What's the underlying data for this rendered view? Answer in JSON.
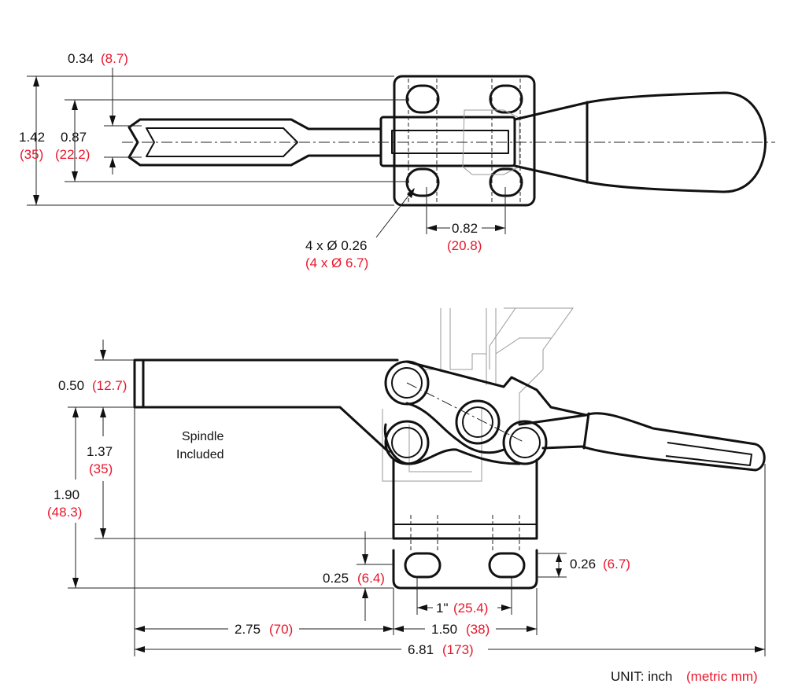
{
  "top_view": {
    "dim_slot_offset": {
      "inch": "0.34",
      "metric": "(8.7)"
    },
    "dim_base_height": {
      "inch": "1.42",
      "metric": "(35)"
    },
    "dim_spindle_width": {
      "inch": "0.87",
      "metric": "(22.2)"
    },
    "dim_hole_spacing": {
      "inch": "0.82",
      "metric": "(20.8)"
    },
    "dim_holes": {
      "inch": "4 x Ø 0.26",
      "metric": "(4 x Ø 6.7)"
    }
  },
  "side_view": {
    "dim_bar_thickness": {
      "inch": "0.50",
      "metric": "(12.7)"
    },
    "dim_spindle_height": {
      "inch": "1.37",
      "metric": "(35)"
    },
    "dim_total_height": {
      "inch": "1.90",
      "metric": "(48.3)"
    },
    "dim_base_thickness": {
      "inch": "0.25",
      "metric": "(6.4)"
    },
    "dim_slot_width": {
      "inch": "0.26",
      "metric": "(6.7)"
    },
    "dim_hole_pitch": {
      "inch": "1\"",
      "metric": "(25.4)"
    },
    "dim_reach": {
      "inch": "2.75",
      "metric": "(70)"
    },
    "dim_base_length": {
      "inch": "1.50",
      "metric": "(38)"
    },
    "dim_overall_length": {
      "inch": "6.81",
      "metric": "(173)"
    },
    "spindle_note_line1": "Spindle",
    "spindle_note_line2": "Included"
  },
  "unit_note": {
    "inch": "UNIT: inch",
    "metric": "(metric mm)"
  },
  "colors": {
    "metric_text": "#e8172c",
    "line": "#111111"
  }
}
